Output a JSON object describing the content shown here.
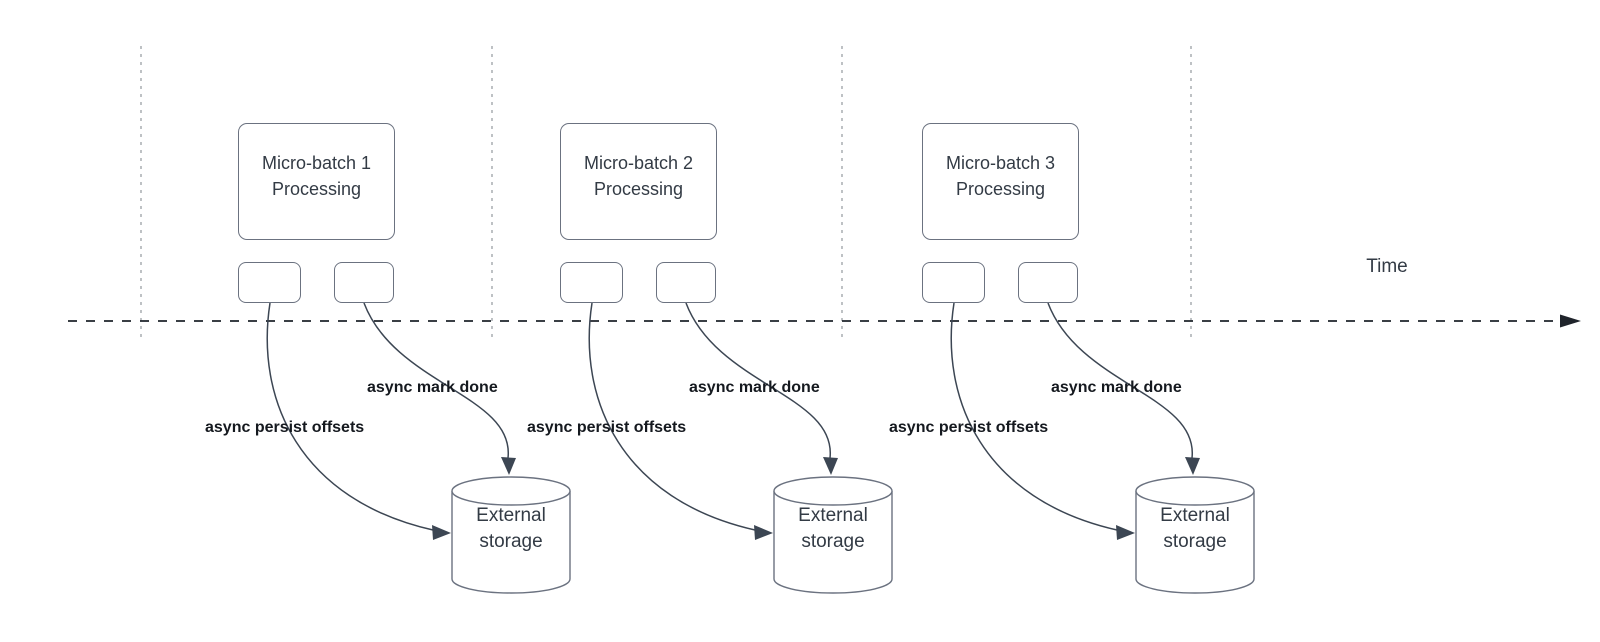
{
  "diagram": {
    "time_axis": {
      "label": "Time"
    },
    "groups": [
      {
        "batch_label": "Micro-batch 1\nProcessing",
        "persist_label": "async persist offsets",
        "done_label": "async mark done",
        "storage_label": "External\nstorage"
      },
      {
        "batch_label": "Micro-batch 2\nProcessing",
        "persist_label": "async persist offsets",
        "done_label": "async mark done",
        "storage_label": "External\nstorage"
      },
      {
        "batch_label": "Micro-batch 3\nProcessing",
        "persist_label": "async persist offsets",
        "done_label": "async mark done",
        "storage_label": "External\nstorage"
      }
    ],
    "colors": {
      "background": "#ffffff",
      "shape_stroke": "#6b7280",
      "arrow_stroke": "#3c4653",
      "timeline_color": "#1f242b",
      "gridline_color": "#a3a7ac",
      "shape_text": "#333b45",
      "label_text": "#15191f"
    }
  }
}
